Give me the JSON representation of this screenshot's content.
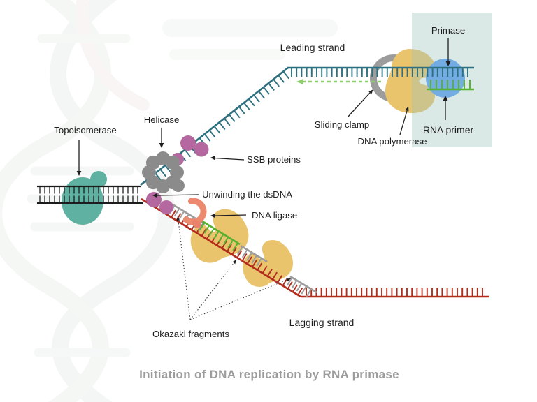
{
  "title": "Initiation of DNA replication by RNA primase",
  "diagram": {
    "strand_labels": {
      "leading": "Leading strand",
      "lagging": "Lagging strand"
    },
    "callouts": {
      "primase": "Primase",
      "rna_primer": "RNA primer",
      "sliding_clamp": "Sliding clamp",
      "dna_polymerase": "DNA polymerase",
      "topoisomerase": "Topoisomerase",
      "helicase": "Helicase",
      "ssb_proteins": "SSB proteins",
      "unwinding": "Unwinding the dsDNA",
      "dna_ligase": "DNA ligase",
      "okazaki_fragments": "Okazaki fragments"
    }
  },
  "colors": {
    "leading_strand": "#2e7080",
    "lagging_strand": "#b22b1c",
    "rna_primer_green": "#5ab232",
    "replication_arrow_green": "#8ccf6a",
    "polymerase_yellow": "#e9c46d",
    "clamp_gray": "#9c9c9c",
    "helicase_gray": "#8b8b8b",
    "ssb_pink": "#b4689f",
    "topoisomerase_teal": "#5fb1a2",
    "primase_blue": "#72ace2",
    "ligase_salmon": "#ec8a70",
    "highlight_box": "#9fc6ba",
    "parental_dna": "#1c1c1c",
    "label_text": "#1e1e1e",
    "title_text": "#9c9c9c"
  }
}
